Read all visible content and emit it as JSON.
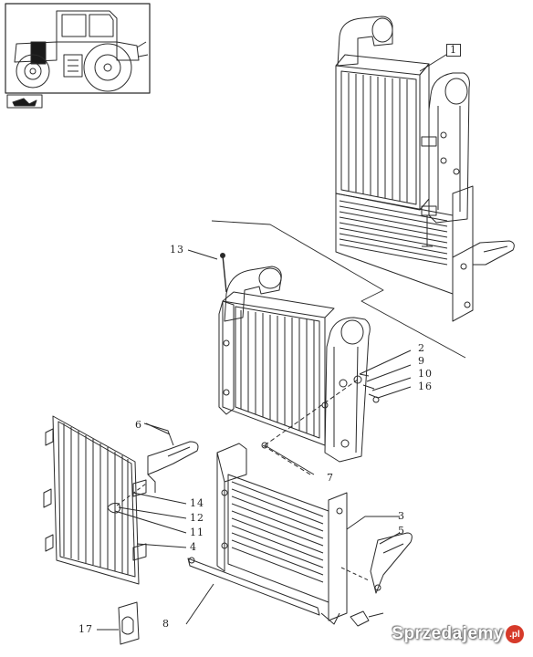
{
  "diagram": {
    "callouts": {
      "c1": "1",
      "c2": "2",
      "c3": "3",
      "c4": "4",
      "c5": "5",
      "c6": "6",
      "c7": "7",
      "c8": "8",
      "c9": "9",
      "c10": "10",
      "c11": "11",
      "c12": "12",
      "c13": "13",
      "c14": "14",
      "c16": "16",
      "c17": "17"
    }
  },
  "watermark": {
    "text": "Sprzedajemy",
    "badge": ".pl"
  }
}
